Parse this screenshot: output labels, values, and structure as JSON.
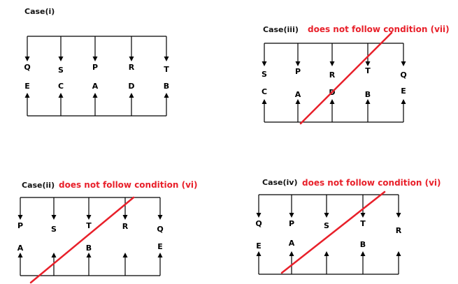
{
  "colors": {
    "line": "#000000",
    "strike": "#e8202a",
    "note": "#e8202a"
  },
  "panels": [
    {
      "id": "case-i",
      "title": "Case(i)",
      "note": null,
      "top": [
        "Q",
        "S",
        "P",
        "R",
        "T"
      ],
      "bottom": [
        "E",
        "C",
        "A",
        "D",
        "B"
      ],
      "struck": false
    },
    {
      "id": "case-iii",
      "title": "Case(iii)",
      "note": "does not follow condition (vii)",
      "top": [
        "S",
        "P",
        "R",
        "T",
        "Q"
      ],
      "bottom": [
        "C",
        "A",
        "D",
        "B",
        "E"
      ],
      "struck": true
    },
    {
      "id": "case-ii",
      "title": "Case(ii)",
      "note": "does not follow condition (vi)",
      "top": [
        "P",
        "S",
        "T",
        "R",
        "Q"
      ],
      "bottom": [
        "A",
        "",
        "B",
        "",
        "E"
      ],
      "struck": true
    },
    {
      "id": "case-iv",
      "title": "Case(iv)",
      "note": "does not follow condition (vi)",
      "top": [
        "Q",
        "P",
        "S",
        "T",
        "R"
      ],
      "bottom": [
        "E",
        "A",
        "",
        "B",
        ""
      ],
      "struck": true
    }
  ]
}
